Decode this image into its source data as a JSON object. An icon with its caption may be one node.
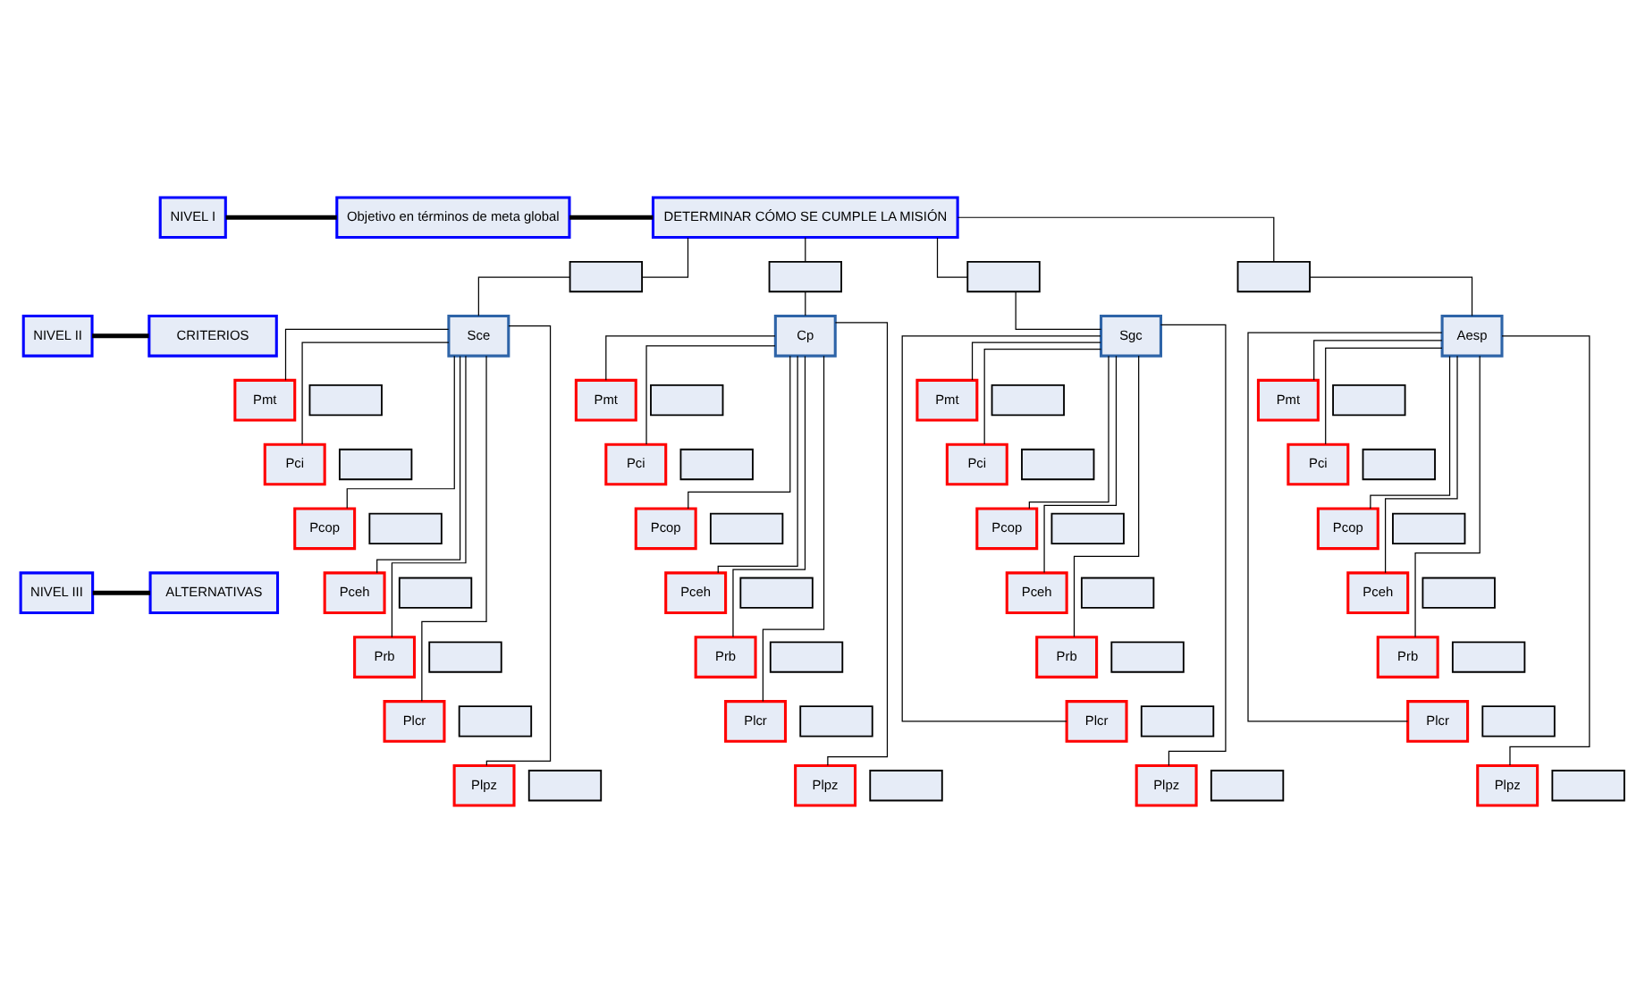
{
  "diagram": {
    "nodes": [
      {
        "text": [
          "NIVEL I"
        ]
      },
      {
        "text": [
          "Objetivo en términos de meta global"
        ]
      },
      {
        "text": [
          "DETERMINAR CÓMO SE CUMPLE LA MISIÓN"
        ]
      },
      {
        "text": [
          "NIVEL II"
        ]
      },
      {
        "text": [
          "CRITERIOS"
        ]
      },
      {
        "text": [
          "NIVEL III"
        ]
      },
      {
        "text": [
          "ALTERNATIVAS"
        ]
      },
      {
        "text": [],
        "shape": "box"
      },
      {
        "text": [],
        "shape": "box"
      },
      {
        "text": [],
        "shape": "box"
      },
      {
        "text": [],
        "shape": "box"
      },
      {
        "text": [
          "Sce"
        ]
      },
      {
        "text": [
          "Cp"
        ]
      },
      {
        "text": [
          "Sgc"
        ]
      },
      {
        "text": [
          "Aesp"
        ]
      },
      {
        "text": [
          "Pmt"
        ]
      },
      {
        "text": [],
        "shape": "box"
      },
      {
        "text": [
          "Pci"
        ]
      },
      {
        "text": [],
        "shape": "box"
      },
      {
        "text": [
          "Pcop"
        ]
      },
      {
        "text": [],
        "shape": "box"
      },
      {
        "text": [
          "Pceh"
        ]
      },
      {
        "text": [],
        "shape": "box"
      },
      {
        "text": [
          "Prb"
        ]
      },
      {
        "text": [],
        "shape": "box"
      },
      {
        "text": [
          "Plcr"
        ]
      },
      {
        "text": [],
        "shape": "box"
      },
      {
        "text": [
          "Plpz"
        ]
      },
      {
        "text": [],
        "shape": "box"
      },
      {
        "text": [
          "Pmt"
        ]
      },
      {
        "text": [],
        "shape": "box"
      },
      {
        "text": [
          "Pci"
        ]
      },
      {
        "text": [],
        "shape": "box"
      },
      {
        "text": [
          "Pcop"
        ]
      },
      {
        "text": [],
        "shape": "box"
      },
      {
        "text": [
          "Pceh"
        ]
      },
      {
        "text": [],
        "shape": "box"
      },
      {
        "text": [
          "Prb"
        ]
      },
      {
        "text": [],
        "shape": "box"
      },
      {
        "text": [
          "Plcr"
        ]
      },
      {
        "text": [],
        "shape": "box"
      },
      {
        "text": [
          "Plpz"
        ]
      },
      {
        "text": [],
        "shape": "box"
      },
      {
        "text": [
          "Pmt"
        ]
      },
      {
        "text": [],
        "shape": "box"
      },
      {
        "text": [
          "Pci"
        ]
      },
      {
        "text": [],
        "shape": "box"
      },
      {
        "text": [
          "Pcop"
        ]
      },
      {
        "text": [],
        "shape": "box"
      },
      {
        "text": [
          "Pceh"
        ]
      },
      {
        "text": [],
        "shape": "box"
      },
      {
        "text": [
          "Prb"
        ]
      },
      {
        "text": [],
        "shape": "box"
      },
      {
        "text": [
          "Plcr"
        ]
      },
      {
        "text": [],
        "shape": "box"
      },
      {
        "text": [
          "Plpz"
        ]
      },
      {
        "text": [],
        "shape": "box"
      },
      {
        "text": [
          "Pmt"
        ]
      },
      {
        "text": [],
        "shape": "box"
      },
      {
        "text": [
          "Pci"
        ]
      },
      {
        "text": [],
        "shape": "box"
      },
      {
        "text": [
          "Pcop"
        ]
      },
      {
        "text": [],
        "shape": "box"
      },
      {
        "text": [
          "Pceh"
        ]
      },
      {
        "text": [],
        "shape": "box"
      },
      {
        "text": [
          "Prb"
        ]
      },
      {
        "text": [],
        "shape": "box"
      },
      {
        "text": [
          "Plcr"
        ]
      },
      {
        "text": [],
        "shape": "box"
      },
      {
        "text": [
          "Plpz"
        ]
      },
      {
        "text": [],
        "shape": "box"
      }
    ],
    "edges": [
      {
        "from": 0,
        "to": 1,
        "arrow": "none",
        "style": "thick"
      },
      {
        "from": 1,
        "to": 2,
        "arrow": "none",
        "style": "thick"
      },
      {
        "from": 3,
        "to": 4,
        "arrow": "none",
        "style": "thick"
      },
      {
        "from": 5,
        "to": 6,
        "arrow": "none",
        "style": "thick"
      },
      {
        "from": 2,
        "to": 7,
        "arrow": "none"
      },
      {
        "from": 2,
        "to": 8,
        "arrow": "none"
      },
      {
        "from": 2,
        "to": 9,
        "arrow": "none"
      },
      {
        "from": 2,
        "to": 10,
        "arrow": "none"
      },
      {
        "from": 7,
        "to": 11,
        "arrow": "none"
      },
      {
        "from": 8,
        "to": 12,
        "arrow": "none"
      },
      {
        "from": 9,
        "to": 13,
        "arrow": "none"
      },
      {
        "from": 10,
        "to": 14,
        "arrow": "none"
      },
      {
        "from": 11,
        "to": 15,
        "arrow": "none"
      },
      {
        "from": 11,
        "to": 17,
        "arrow": "none"
      },
      {
        "from": 11,
        "to": 19,
        "arrow": "none"
      },
      {
        "from": 11,
        "to": 21,
        "arrow": "none"
      },
      {
        "from": 11,
        "to": 23,
        "arrow": "none"
      },
      {
        "from": 11,
        "to": 25,
        "arrow": "none"
      },
      {
        "from": 11,
        "to": 27,
        "arrow": "none"
      },
      {
        "from": 12,
        "to": 29,
        "arrow": "none"
      },
      {
        "from": 12,
        "to": 31,
        "arrow": "none"
      },
      {
        "from": 12,
        "to": 33,
        "arrow": "none"
      },
      {
        "from": 12,
        "to": 35,
        "arrow": "none"
      },
      {
        "from": 12,
        "to": 37,
        "arrow": "none"
      },
      {
        "from": 12,
        "to": 39,
        "arrow": "none"
      },
      {
        "from": 12,
        "to": 41,
        "arrow": "none"
      },
      {
        "from": 13,
        "to": 43,
        "arrow": "none"
      },
      {
        "from": 13,
        "to": 45,
        "arrow": "none"
      },
      {
        "from": 13,
        "to": 47,
        "arrow": "none"
      },
      {
        "from": 13,
        "to": 49,
        "arrow": "none"
      },
      {
        "from": 13,
        "to": 51,
        "arrow": "none"
      },
      {
        "from": 13,
        "to": 53,
        "arrow": "none"
      },
      {
        "from": 13,
        "to": 55,
        "arrow": "none"
      },
      {
        "from": 14,
        "to": 57,
        "arrow": "none"
      },
      {
        "from": 14,
        "to": 59,
        "arrow": "none"
      },
      {
        "from": 14,
        "to": 61,
        "arrow": "none"
      },
      {
        "from": 14,
        "to": 63,
        "arrow": "none"
      },
      {
        "from": 14,
        "to": 65,
        "arrow": "none"
      },
      {
        "from": 14,
        "to": 67,
        "arrow": "none"
      },
      {
        "from": 14,
        "to": 69,
        "arrow": "none"
      }
    ]
  }
}
